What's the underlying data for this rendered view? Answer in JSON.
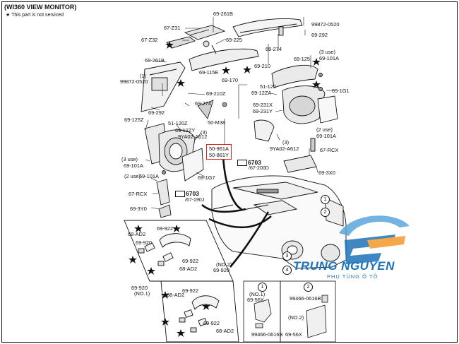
{
  "header": {
    "title": "(WI360 VIEW MONITOR)",
    "note_star": "★",
    "note_text": "This part is not serviced"
  },
  "highlight_box": {
    "line1": "50-961A",
    "line2": "50-861Y"
  },
  "refs": {
    "ref_6703_right": {
      "num": "6703",
      "sub": "/67-200D"
    },
    "ref_6703_left": {
      "num": "6703",
      "sub": "/67-190J"
    }
  },
  "labels": {
    "l_69_261B_top": "69-261B",
    "l_67_Z31": "67-Z31",
    "l_67_Z32": "67-Z32",
    "l_69_225": "69-225",
    "l_99872_0520_top": "99872-0520",
    "l_69_292_top": "69-292",
    "l_69_274_mid": "69-274",
    "l_69_261B_left": "69-261B",
    "l_69_115E": "69-115E",
    "l_69_170": "69-170",
    "l_69_210": "69-210",
    "l_1_left_a": "(1)",
    "l_99872_0520_left": "99872-0520",
    "l_69_210Z": "69-210Z",
    "l_69_274_left": "69-274",
    "l_69_292_left": "69-292",
    "l_69_125Z": "69-125Z",
    "l_51_120Z": "51-120Z",
    "l_69_12ZY": "69-12ZY",
    "l_3_left": "(3)",
    "l_9YA02_A612_left": "9YA02-A612",
    "l_3_use_left": "(3 use)",
    "l_69_101A_left": "69-101A",
    "l_69_1G7": "69-1G7",
    "l_2_use_left": "(2 use)",
    "l_69_101A_left2": "69-101A",
    "l_67_RCX_left": "67-RCX",
    "l_69_3Y0_left": "69-3Y0",
    "l_50_M38": "50-M38",
    "l_69_125": "69-125",
    "l_3_use_right": "(3 use)",
    "l_69_101A_right_top": "69-101A",
    "l_51_120": "51-120",
    "l_69_12ZA": "69-12ZA",
    "l_69_1G1": "69-1G1",
    "l_69_231X": "69-231X",
    "l_69_231Y": "69-231Y",
    "l_2_use_right": "(2 use)",
    "l_69_101A_right": "69-101A",
    "l_3_right": "(3)",
    "l_9YA02_A612_right": "9YA02-A612",
    "l_67_RCX_right": "67-RCX",
    "l_69_3X0": "69-3X0",
    "l_69_922_a": "69-922",
    "l_68_AD2_a": "68-AD2",
    "l_69_920_a": "69-920",
    "l_69_922_b": "69-922",
    "l_68_AD2_b": "68-AD2",
    "l_no2_top": "(NO.2)",
    "l_69_920_top": "69-920",
    "l_69_920_no1": "69-920",
    "l_no1": "(NO.1)",
    "l_69_922_c": "69-922",
    "l_68_AD2_c": "68-AD2",
    "l_69_922_d": "69-922",
    "l_68_AD2_d": "68-AD2",
    "l_no1_right": "(NO.1)",
    "l_69_56X_a": "69-56X",
    "l_99466_0616B_a": "99466-0616B",
    "l_99466_0616B_b": "99466-0616B",
    "l_no2_right": "(NO.2)",
    "l_69_56X_b": "69-56X"
  },
  "callouts": {
    "c1": "1",
    "c2": "2",
    "c3": "3",
    "c4": "4",
    "c5": "1",
    "c6": "2"
  },
  "watermark": {
    "text": "TRUNG NGUYEN",
    "sub": "PHỤ TÙNG Ô TÔ"
  },
  "colors": {
    "highlight": "#d0261c",
    "watermark": "#1e73b8",
    "line": "#111111"
  }
}
